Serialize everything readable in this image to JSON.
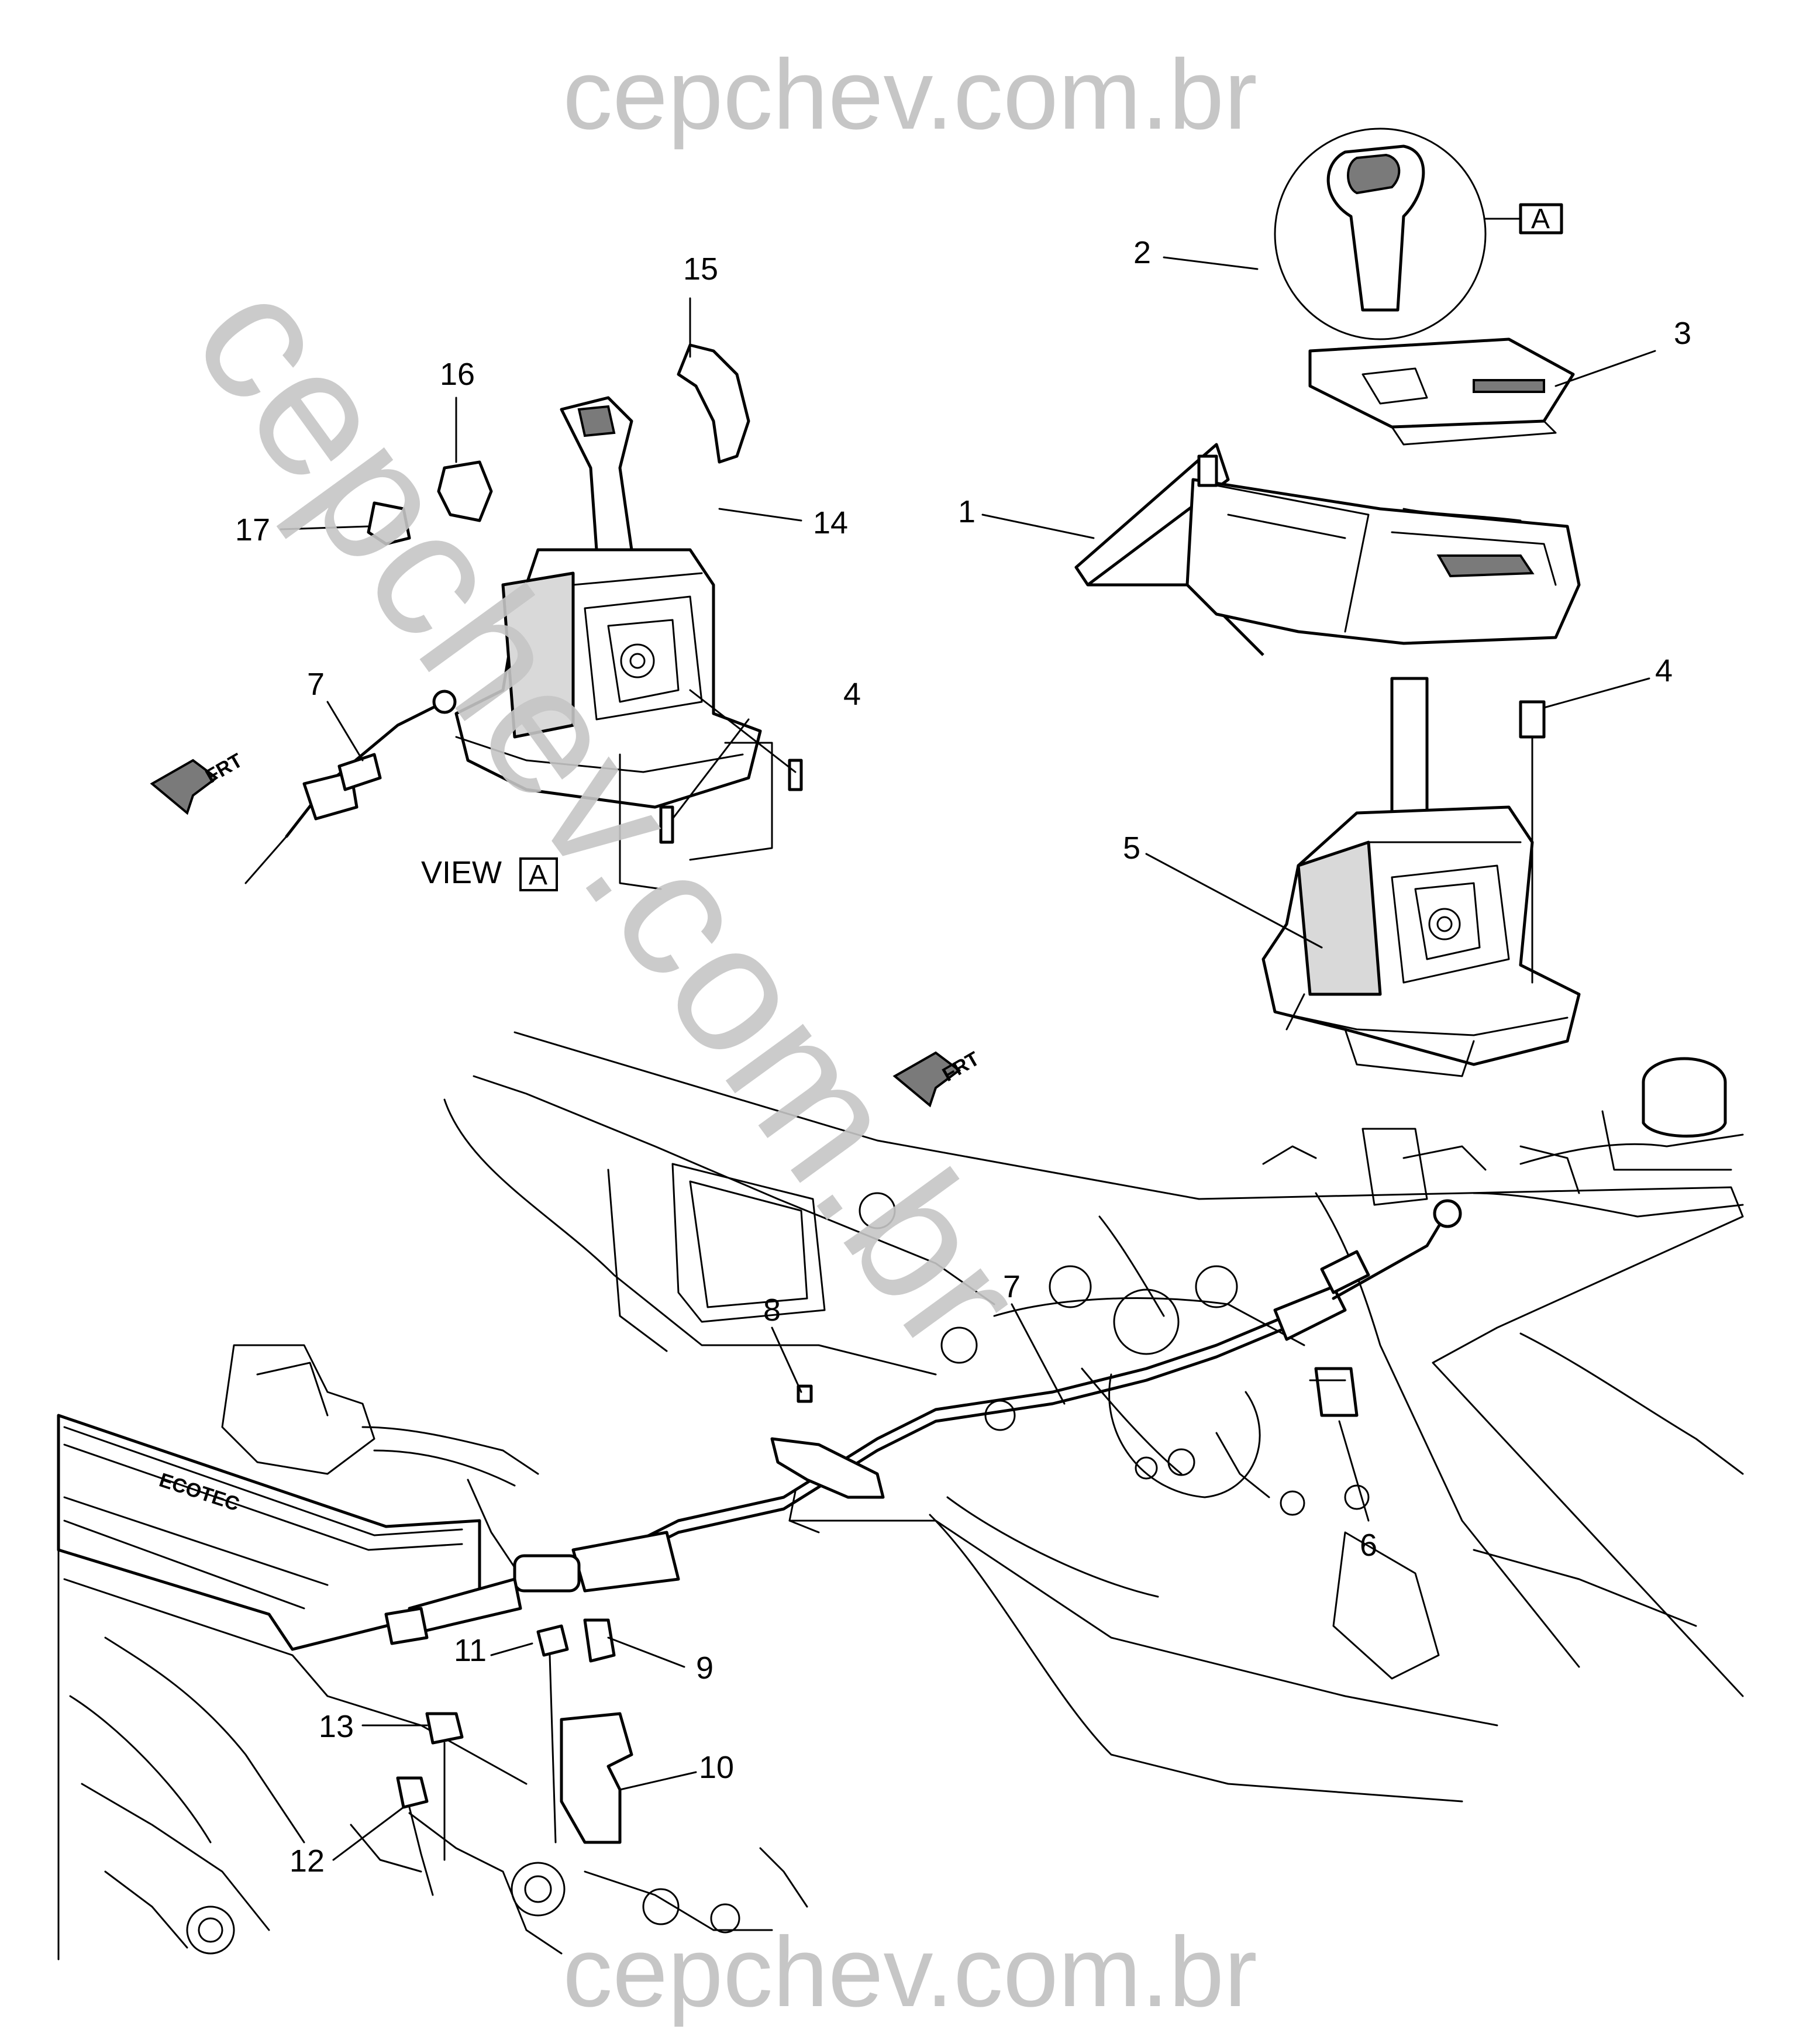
{
  "watermarks": {
    "top": "cepchev.com.br",
    "diagonal": "cepchev.com.br",
    "bottom": "cepchev.com.br"
  },
  "view_label": {
    "prefix": "VIEW",
    "ref": "A"
  },
  "detail_ref": "A",
  "frt_label": "FRT",
  "callouts": {
    "c1": "1",
    "c2": "2",
    "c3": "3",
    "c4a": "4",
    "c4b": "4",
    "c5": "5",
    "c6": "6",
    "c7a": "7",
    "c7b": "7",
    "c8": "8",
    "c9": "9",
    "c10": "10",
    "c11": "11",
    "c12": "12",
    "c13": "13",
    "c14": "14",
    "c15": "15",
    "c16": "16",
    "c17": "17"
  },
  "engine_text": "ECOTEC"
}
